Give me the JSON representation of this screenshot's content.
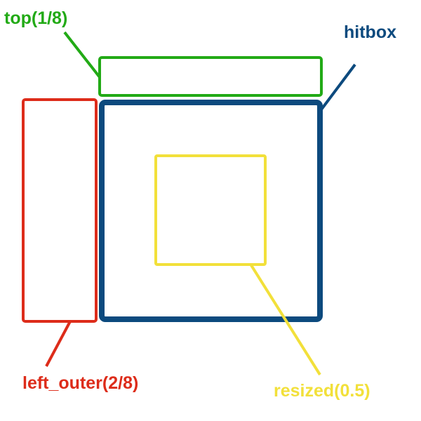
{
  "labels": {
    "top": "top(1/8)",
    "hitbox": "hitbox",
    "left_outer": "left_outer(2/8)",
    "resized": "resized(0.5)"
  },
  "colors": {
    "top": "#22aa16",
    "hitbox": "#0c4a7e",
    "left_outer": "#dd2c1a",
    "resized": "#f2e03a",
    "background": "#ffffff"
  }
}
